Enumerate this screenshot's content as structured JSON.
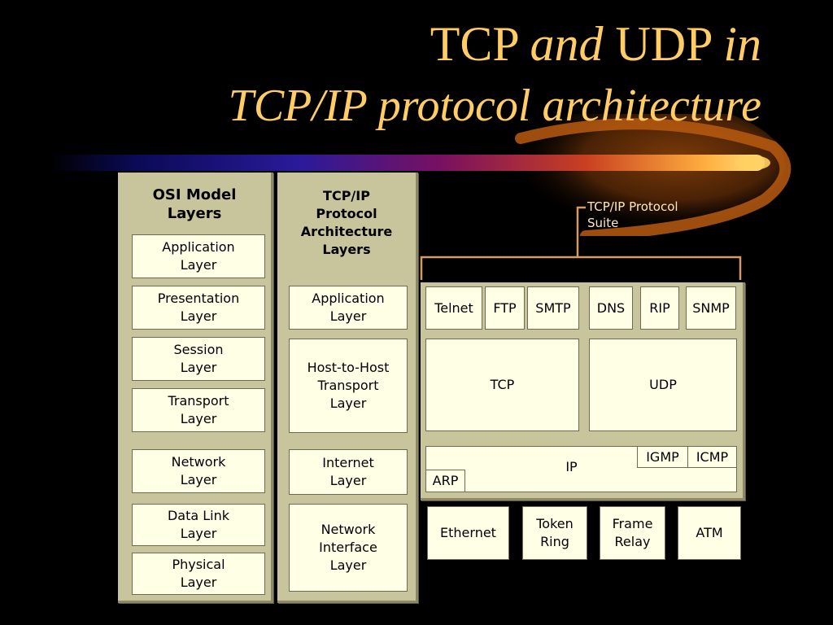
{
  "title": {
    "line1_a": "TCP",
    "line1_b": "and",
    "line1_c": "UDP",
    "line1_d": "in",
    "line2": "TCP/IP protocol architecture"
  },
  "colors": {
    "background": "#000000",
    "title": "#ffcc66",
    "panel": "#c8c49c",
    "box": "#ffffe6",
    "bracket": "#d49a6a"
  },
  "osi": {
    "header": "OSI Model\nLayers",
    "layers": [
      "Application\nLayer",
      "Presentation\nLayer",
      "Session\nLayer",
      "Transport\nLayer",
      "Network\nLayer",
      "Data Link\nLayer",
      "Physical\nLayer"
    ]
  },
  "tcpip_arch": {
    "header": "TCP/IP\nProtocol\nArchitecture\nLayers",
    "layers": [
      "Application\nLayer",
      "Host-to-Host\nTransport\nLayer",
      "Internet\nLayer",
      "Network\nInterface\nLayer"
    ]
  },
  "suite": {
    "label": "TCP/IP Protocol\nSuite",
    "application": [
      "Telnet",
      "FTP",
      "SMTP",
      "DNS",
      "RIP",
      "SNMP"
    ],
    "transport": [
      "TCP",
      "UDP"
    ],
    "internet": {
      "ip": "IP",
      "igmp": "IGMP",
      "icmp": "ICMP",
      "arp": "ARP"
    },
    "network_interface": [
      "Ethernet",
      "Token\nRing",
      "Frame\nRelay",
      "ATM"
    ]
  }
}
